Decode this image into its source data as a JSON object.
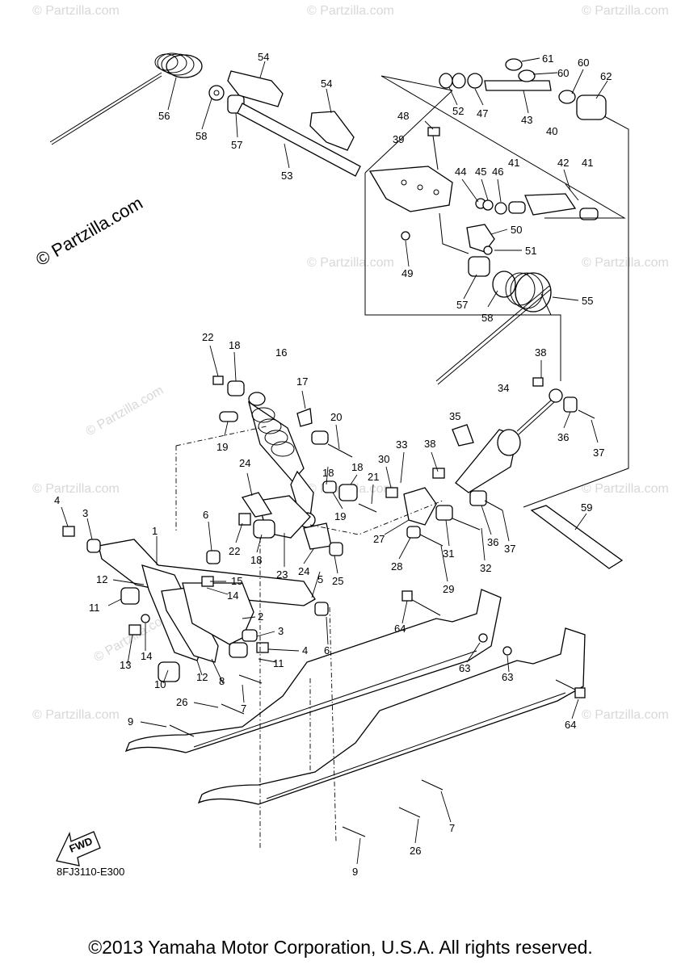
{
  "watermark_main": "© Partzilla.com",
  "watermark_faint": "© Partzilla.com",
  "fwd_label": "FWD",
  "diagram_code": "8FJ3110-E300",
  "copyright": "©2013 Yamaha Motor Corporation, U.S.A. All rights reserved.",
  "callouts": [
    "61",
    "60",
    "60",
    "62",
    "54",
    "54",
    "56",
    "58",
    "57",
    "52",
    "47",
    "43",
    "48",
    "39",
    "40",
    "44",
    "45",
    "46",
    "41",
    "42",
    "41",
    "53",
    "50",
    "51",
    "49",
    "57",
    "58",
    "55",
    "22",
    "18",
    "16",
    "17",
    "38",
    "34",
    "35",
    "20",
    "19",
    "33",
    "38",
    "36",
    "37",
    "30",
    "21",
    "18",
    "18",
    "19",
    "24",
    "4",
    "3",
    "6",
    "22",
    "18",
    "1",
    "23",
    "24",
    "5",
    "25",
    "27",
    "36",
    "31",
    "28",
    "59",
    "37",
    "32",
    "29",
    "12",
    "15",
    "14",
    "11",
    "2",
    "3",
    "14",
    "4",
    "13",
    "10",
    "12",
    "8",
    "11",
    "6",
    "64",
    "63",
    "63",
    "64",
    "26",
    "7",
    "9",
    "7",
    "26",
    "9"
  ]
}
